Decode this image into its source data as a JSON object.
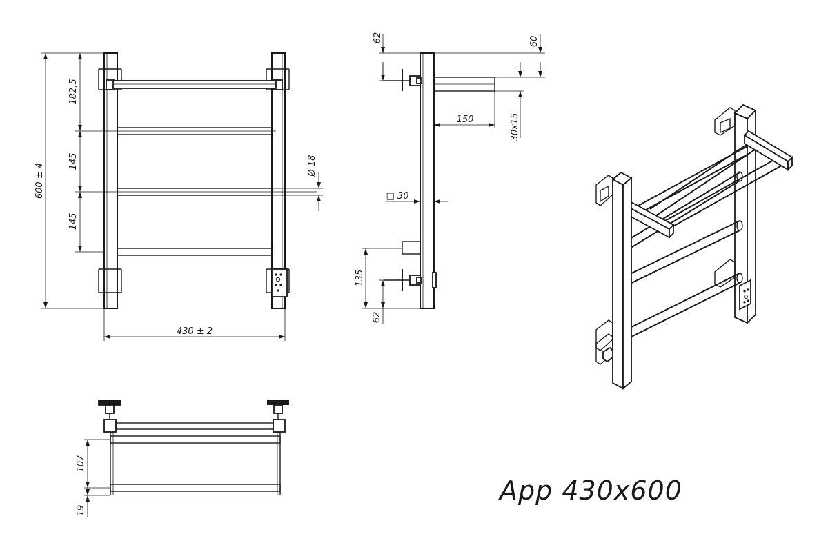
{
  "title": "App 430x600",
  "front_view": {
    "height_label": "600 ± 4",
    "width_label": "430 ± 2",
    "top_offset_label": "182,5",
    "spacing_1_label": "145",
    "spacing_2_label": "145",
    "tube_diameter_label": "Ø 18"
  },
  "side_view": {
    "top_left_label": "62",
    "top_right_label": "60",
    "shelf_depth_label": "150",
    "shelf_profile_label": "30x15",
    "post_profile_label": "□ 30",
    "bottom_height_label": "135",
    "bottom_offset_label": "62"
  },
  "top_view": {
    "rail_spacing_label": "107",
    "wall_gap_label": "19"
  }
}
